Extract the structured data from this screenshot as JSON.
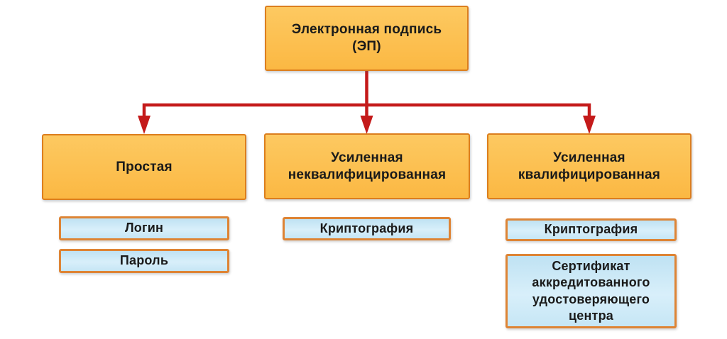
{
  "colors": {
    "box_fill_orange_top": "#FDC961",
    "box_fill_orange_bottom": "#FBB843",
    "box_border_orange": "#DC7E1E",
    "item_fill_blue_top": "#BFE2F3",
    "item_fill_blue_mid": "#D8EFFA",
    "item_fill_blue_bottom": "#C6E6F5",
    "item_border_orange": "#DE8435",
    "arrow_red": "#C41A1A",
    "text": "#1A1A1A"
  },
  "root": {
    "label": "Электронная подпись\n(ЭП)"
  },
  "branches": [
    {
      "label": "Простая",
      "items": [
        {
          "label": "Логин"
        },
        {
          "label": "Пароль"
        }
      ]
    },
    {
      "label": "Усиленная\nнеквалифицированная",
      "items": [
        {
          "label": "Криптография"
        }
      ]
    },
    {
      "label": "Усиленная\nквалифицированная",
      "items": [
        {
          "label": "Криптография"
        },
        {
          "label": "Сертификат\nаккредитованного\nудостоверяющего\nцентра"
        }
      ]
    }
  ]
}
